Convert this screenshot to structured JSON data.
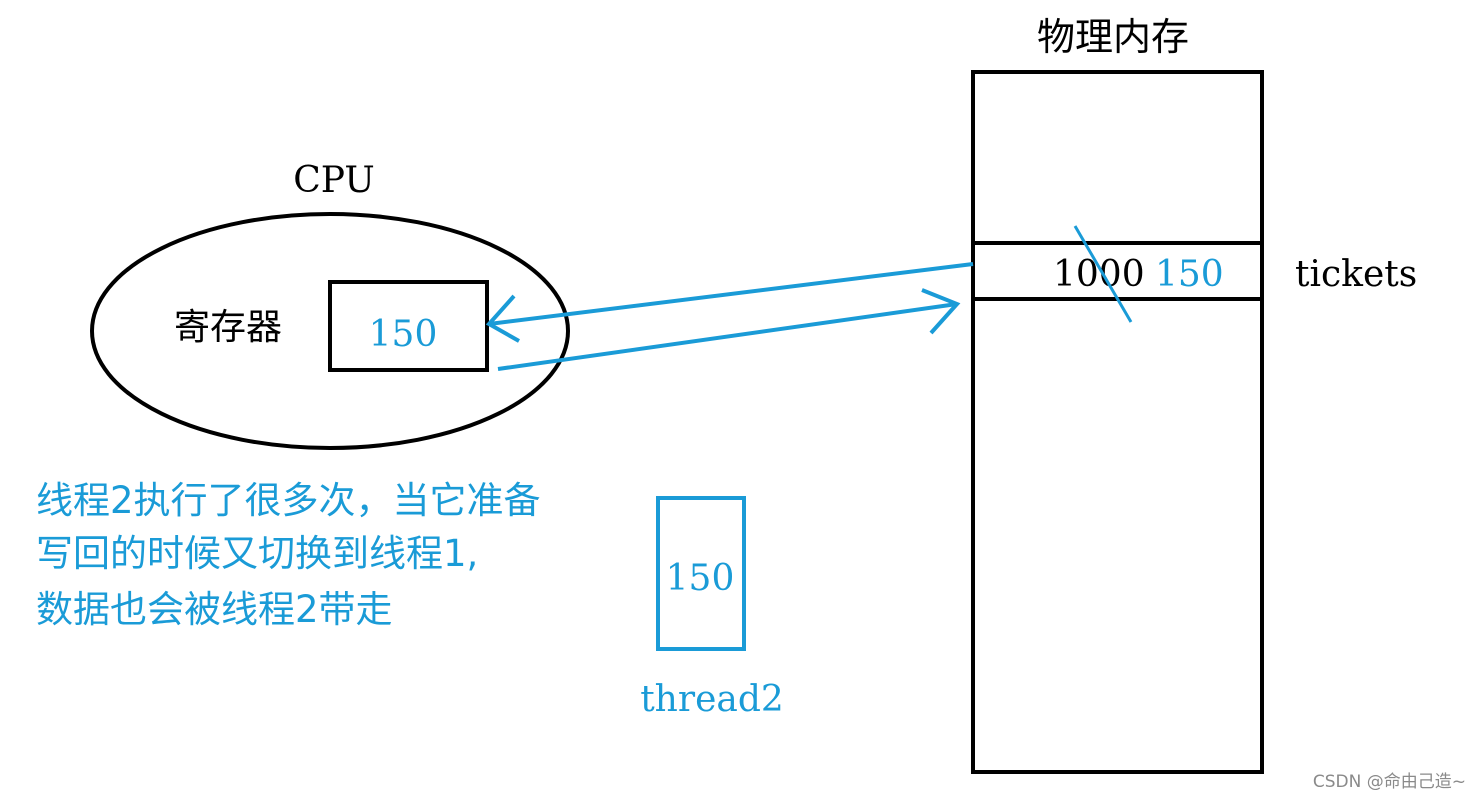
{
  "memory": {
    "title": "物理内存",
    "old_value": "1000",
    "new_value": "150",
    "variable_label": "tickets"
  },
  "cpu": {
    "label": "CPU",
    "register_label": "寄存器",
    "register_value": "150"
  },
  "thread": {
    "value": "150",
    "label": "thread2"
  },
  "note": {
    "lines": [
      "线程2执行了很多次，当它准备",
      "写回的时候又切换到线程1,",
      "数据也会被线程2带走"
    ]
  },
  "watermark": "CSDN @命由己造~",
  "colors": {
    "accent_blue": "#1a9bd7",
    "ink": "#000000"
  }
}
